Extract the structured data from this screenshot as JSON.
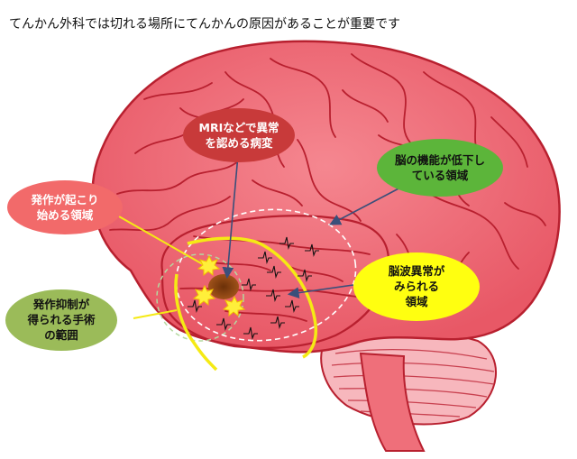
{
  "title": "てんかん外科では切れる場所にてんかんの原因があることが重要です",
  "labels": {
    "lesion": "MRIなどで異常\nを認める病変",
    "hypofunction": "脳の機能が低下し\nている領域",
    "seizure_onset": "発作が起こり\n始める領域",
    "eeg_abnormal": "脳波異常が\nみられる\n領域",
    "surgery_range": "発作抑制が\n得られる手術\nの範囲"
  },
  "colors": {
    "brain": "#ef6f7a",
    "brain_stroke": "#b8202f",
    "cerebellum": "#f7b7bd",
    "lesion_bubble": "#c83a3a",
    "hypofunction_bubble": "#5cb53a",
    "seizure_bubble": "#f26a6a",
    "eeg_bubble": "#ffff10",
    "surgery_bubble": "#9bbb59",
    "yellow_line": "#f5ea14",
    "lesion_spot": "#8b4513"
  }
}
